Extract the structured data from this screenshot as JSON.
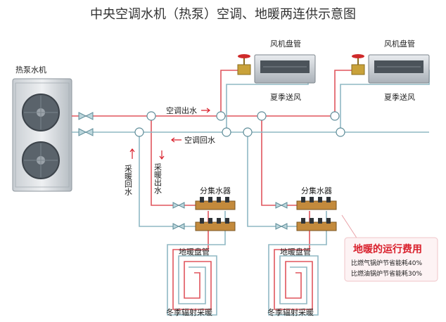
{
  "title": "中央空调水机（热泵）空调、地暖两连供示意图",
  "heat_pump_label": "热泵水机",
  "fan_coil_label_1": "风机盘管",
  "fan_coil_label_2": "风机盘管",
  "summer_air_1": "夏季送风",
  "summer_air_2": "夏季送风",
  "ac_supply_label": "空调出水",
  "ac_return_label": "空调回水",
  "heating_supply_label": "采暖出水",
  "heating_return_label": "采暖回水",
  "manifold_label_1": "分集水器",
  "manifold_label_2": "分集水器",
  "floor_coil_label_1": "地暖盘管",
  "floor_coil_label_2": "地暖盘管",
  "winter_label_1": "冬季辐射采暖",
  "winter_label_2": "冬季辐射采暖",
  "cost_box": {
    "heading": "地暖的运行费用",
    "line1": "比燃气锅炉节省能耗40%",
    "line2": "比燃油锅炉节省能耗30%"
  },
  "colors": {
    "supply_pipe": "#e0555d",
    "return_pipe": "#8fb8c4",
    "accent_red": "#d9202c"
  }
}
